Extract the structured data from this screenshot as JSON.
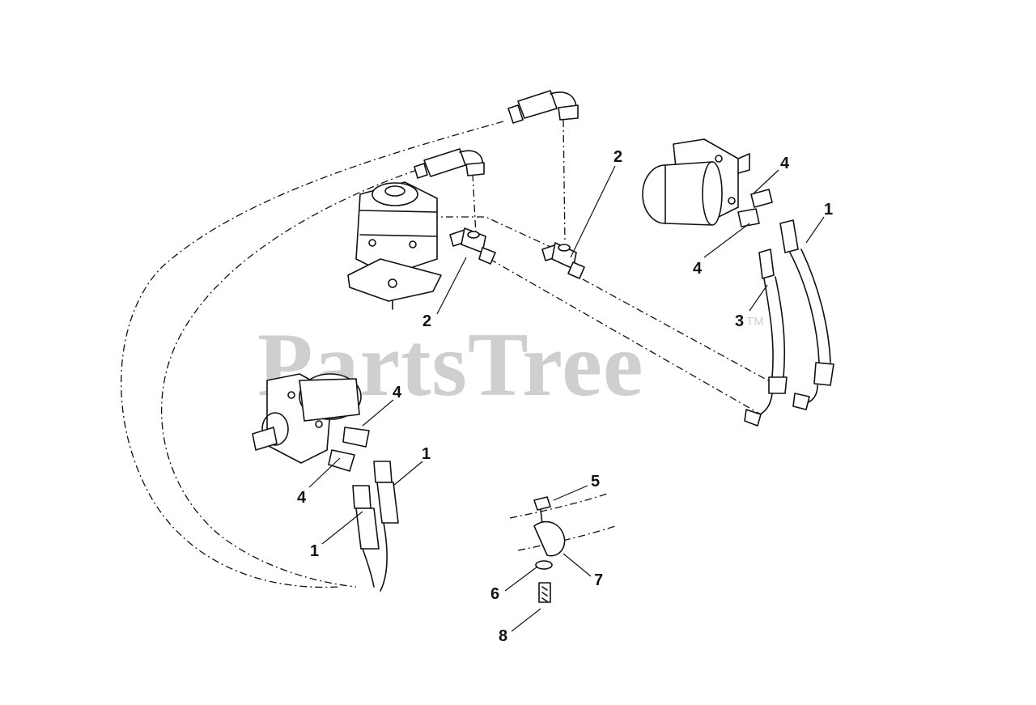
{
  "watermark": {
    "text": "PartsTree",
    "trademark": "TM"
  },
  "callouts": [
    {
      "id": "c1a",
      "label": "2"
    },
    {
      "id": "c1b",
      "label": "4"
    },
    {
      "id": "c1c",
      "label": "1"
    },
    {
      "id": "c1d",
      "label": "4"
    },
    {
      "id": "c1e",
      "label": "3"
    },
    {
      "id": "c1f",
      "label": "2"
    },
    {
      "id": "c1g",
      "label": "4"
    },
    {
      "id": "c1h",
      "label": "1"
    },
    {
      "id": "c1i",
      "label": "4"
    },
    {
      "id": "c1j",
      "label": "1"
    },
    {
      "id": "c1k",
      "label": "5"
    },
    {
      "id": "c1l",
      "label": "7"
    },
    {
      "id": "c1m",
      "label": "6"
    },
    {
      "id": "c1n",
      "label": "8"
    }
  ],
  "colors": {
    "ink": "#111111",
    "watermark": "#cfcfcf",
    "background": "#ffffff"
  }
}
